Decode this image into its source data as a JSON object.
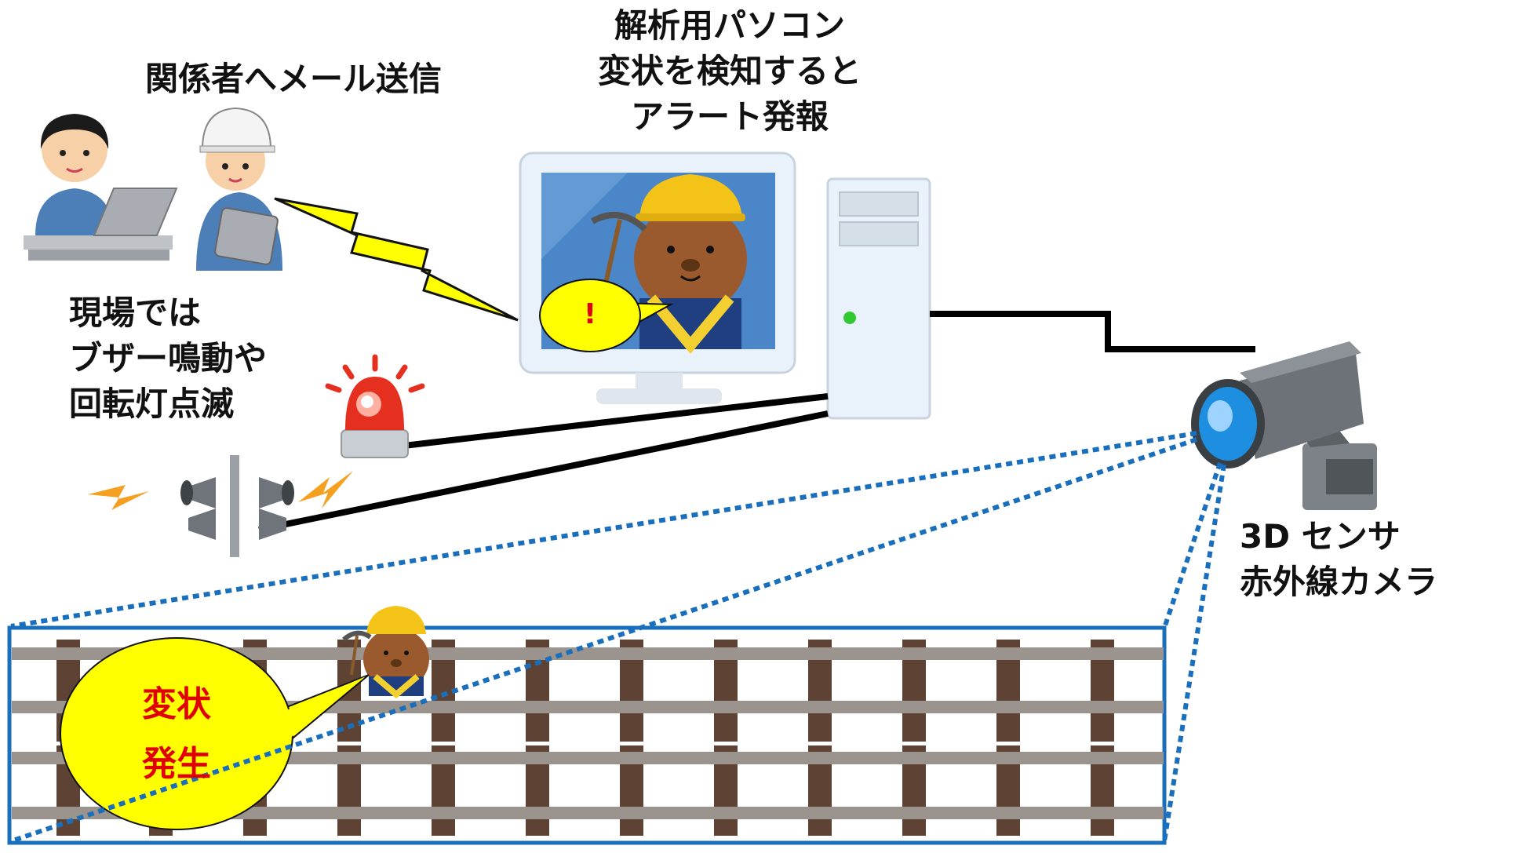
{
  "labels": {
    "mail": "関係者へメール送信",
    "pc": [
      "解析用パソコン",
      "変状を検知すると",
      "アラート発報"
    ],
    "site": [
      "現場では",
      "ブザー鳴動や",
      "回転灯点滅"
    ],
    "sensor": [
      "3D センサ",
      "赤外線カメラ"
    ]
  },
  "bubbles": {
    "monitor": "!",
    "track": [
      "変状",
      "発生"
    ]
  },
  "icons": {
    "office-worker": "person-laptop-icon",
    "site-worker": "worker-helmet-tablet-icon",
    "lightning": "lightning-bolt-icon",
    "monitor": "pc-monitor-icon",
    "tower": "pc-tower-icon",
    "rotating-light": "rotating-light-icon",
    "buzzer": "speaker-horn-icon",
    "camera": "infrared-camera-icon",
    "track": "railway-track-icon",
    "mascot": "mole-mascot-icon"
  },
  "colors": {
    "lightning": "#ffff00",
    "bubble": "#ffff00",
    "alert_text": "#e00000",
    "track_frame": "#1a6fbd",
    "camera_lens": "#1e8fe0"
  }
}
